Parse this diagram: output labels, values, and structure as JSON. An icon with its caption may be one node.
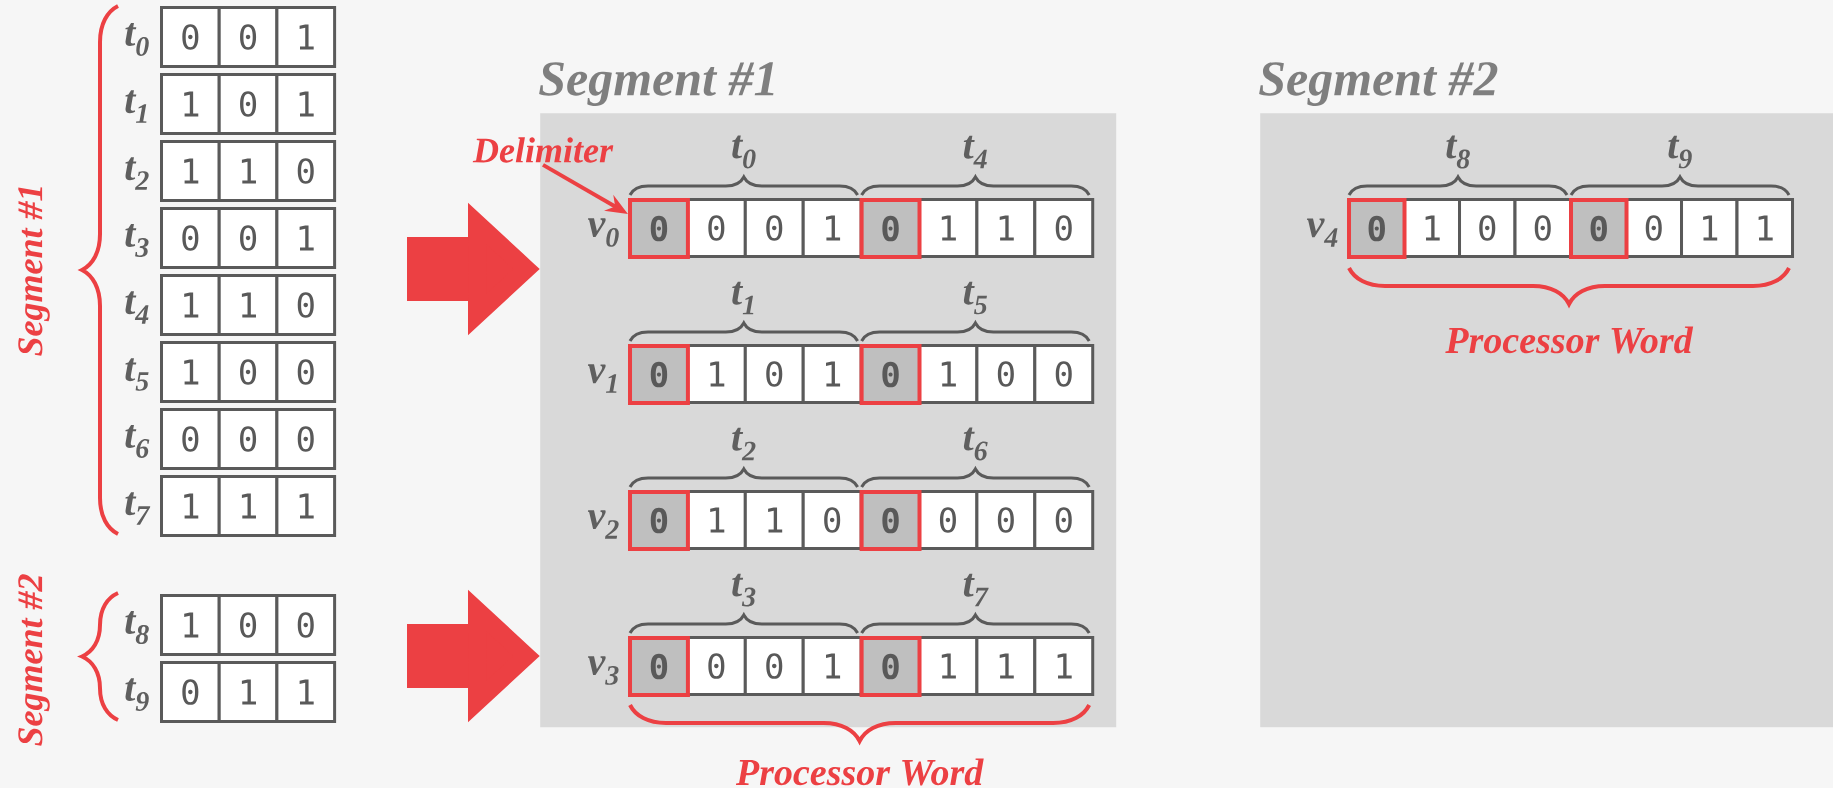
{
  "diagram": {
    "nodes": [
      {
        "text": [
          "Segment #1"
        ]
      },
      {
        "text": [
          "Segment #2"
        ]
      },
      {
        "text": [
          "Delimiter"
        ]
      },
      {
        "text": [
          "0"
        ],
        "in": 0
      }
    ],
    "edges": [
      {
        "from": 2,
        "to": 3,
        "arrow": "to"
      },
      {
        "from": null,
        "to": 0,
        "arrow": "to"
      },
      {
        "from": null,
        "to": 0,
        "arrow": "to"
      }
    ],
    "labels": [
      "Segment #1",
      "t$_{0}$",
      "0",
      "0",
      "1",
      "t$_{1}$",
      "1",
      "0",
      "1",
      "t$_{2}$",
      "1",
      "1",
      "0",
      "t$_{3}$",
      "0",
      "0",
      "1",
      "t$_{4}$",
      "1",
      "1",
      "0",
      "t$_{5}$",
      "1",
      "0",
      "0",
      "t$_{6}$",
      "0",
      "0",
      "0",
      "t$_{7}$",
      "1",
      "1",
      "1",
      "Segment #2",
      "t$_{8}$",
      "1",
      "0",
      "0",
      "t$_{9}$",
      "0",
      "1",
      "1",
      "t$_{0}$",
      "t$_{4}$",
      "v$_{0}$",
      "0",
      "0",
      "1",
      "0",
      "1",
      "1",
      "0",
      "t$_{1}$",
      "t$_{5}$",
      "v$_{1}$",
      "0",
      "1",
      "0",
      "1",
      "0",
      "1",
      "0",
      "0",
      "t$_{2}$",
      "t$_{6}$",
      "v$_{2}$",
      "0",
      "1",
      "1",
      "0",
      "0",
      "0",
      "0",
      "0",
      "t$_{3}$",
      "t$_{7}$",
      "v$_{3}$",
      "0",
      "0",
      "0",
      "1",
      "0",
      "1",
      "1",
      "1",
      "Processor Word",
      "t$_{8}$",
      "t$_{9}$",
      "v$_{4}$",
      "0",
      "1",
      "0",
      "0",
      "0",
      "0",
      "1",
      "1",
      "Processor Word"
    ]
  }
}
